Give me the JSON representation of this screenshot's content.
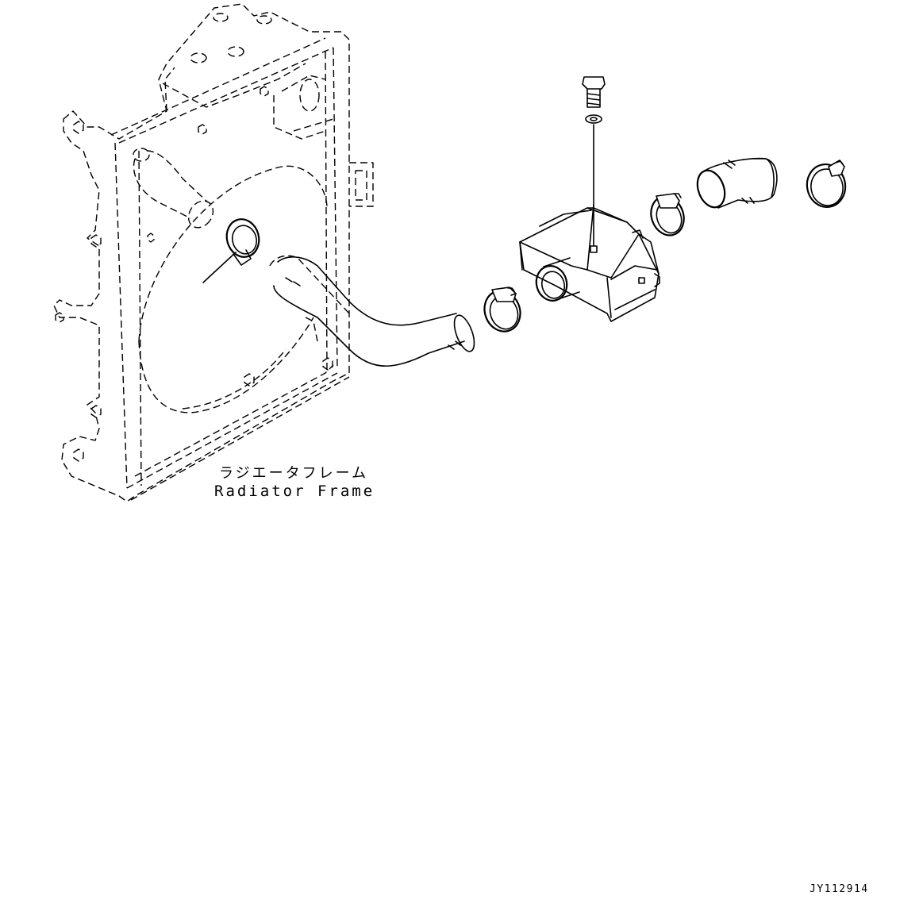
{
  "diagram": {
    "frame_label_jp": "ラジエータフレーム",
    "frame_label_en": "Radiator Frame",
    "drawing_number": "JY112914"
  },
  "colors": {
    "line": "#000000",
    "background": "#ffffff"
  }
}
